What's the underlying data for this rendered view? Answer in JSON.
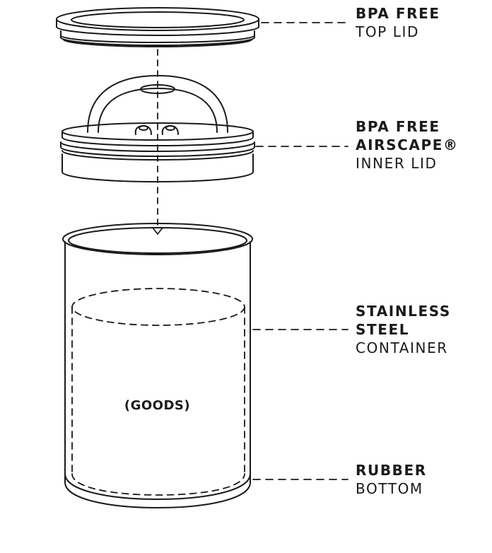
{
  "labels": {
    "top_lid": {
      "line1": "BPA FREE",
      "line2": "TOP LID"
    },
    "inner_lid": {
      "line1": "BPA FREE",
      "line2": "AIRSCAPE®",
      "line3": "INNER LID"
    },
    "container": {
      "line1": "STAINLESS",
      "line2": "STEEL",
      "line3": "CONTAINER"
    },
    "bottom": {
      "line1": "RUBBER",
      "line2": "BOTTOM"
    }
  },
  "contents_label": "(GOODS)",
  "colors": {
    "line": "#1a1a1a",
    "background": "#ffffff"
  }
}
